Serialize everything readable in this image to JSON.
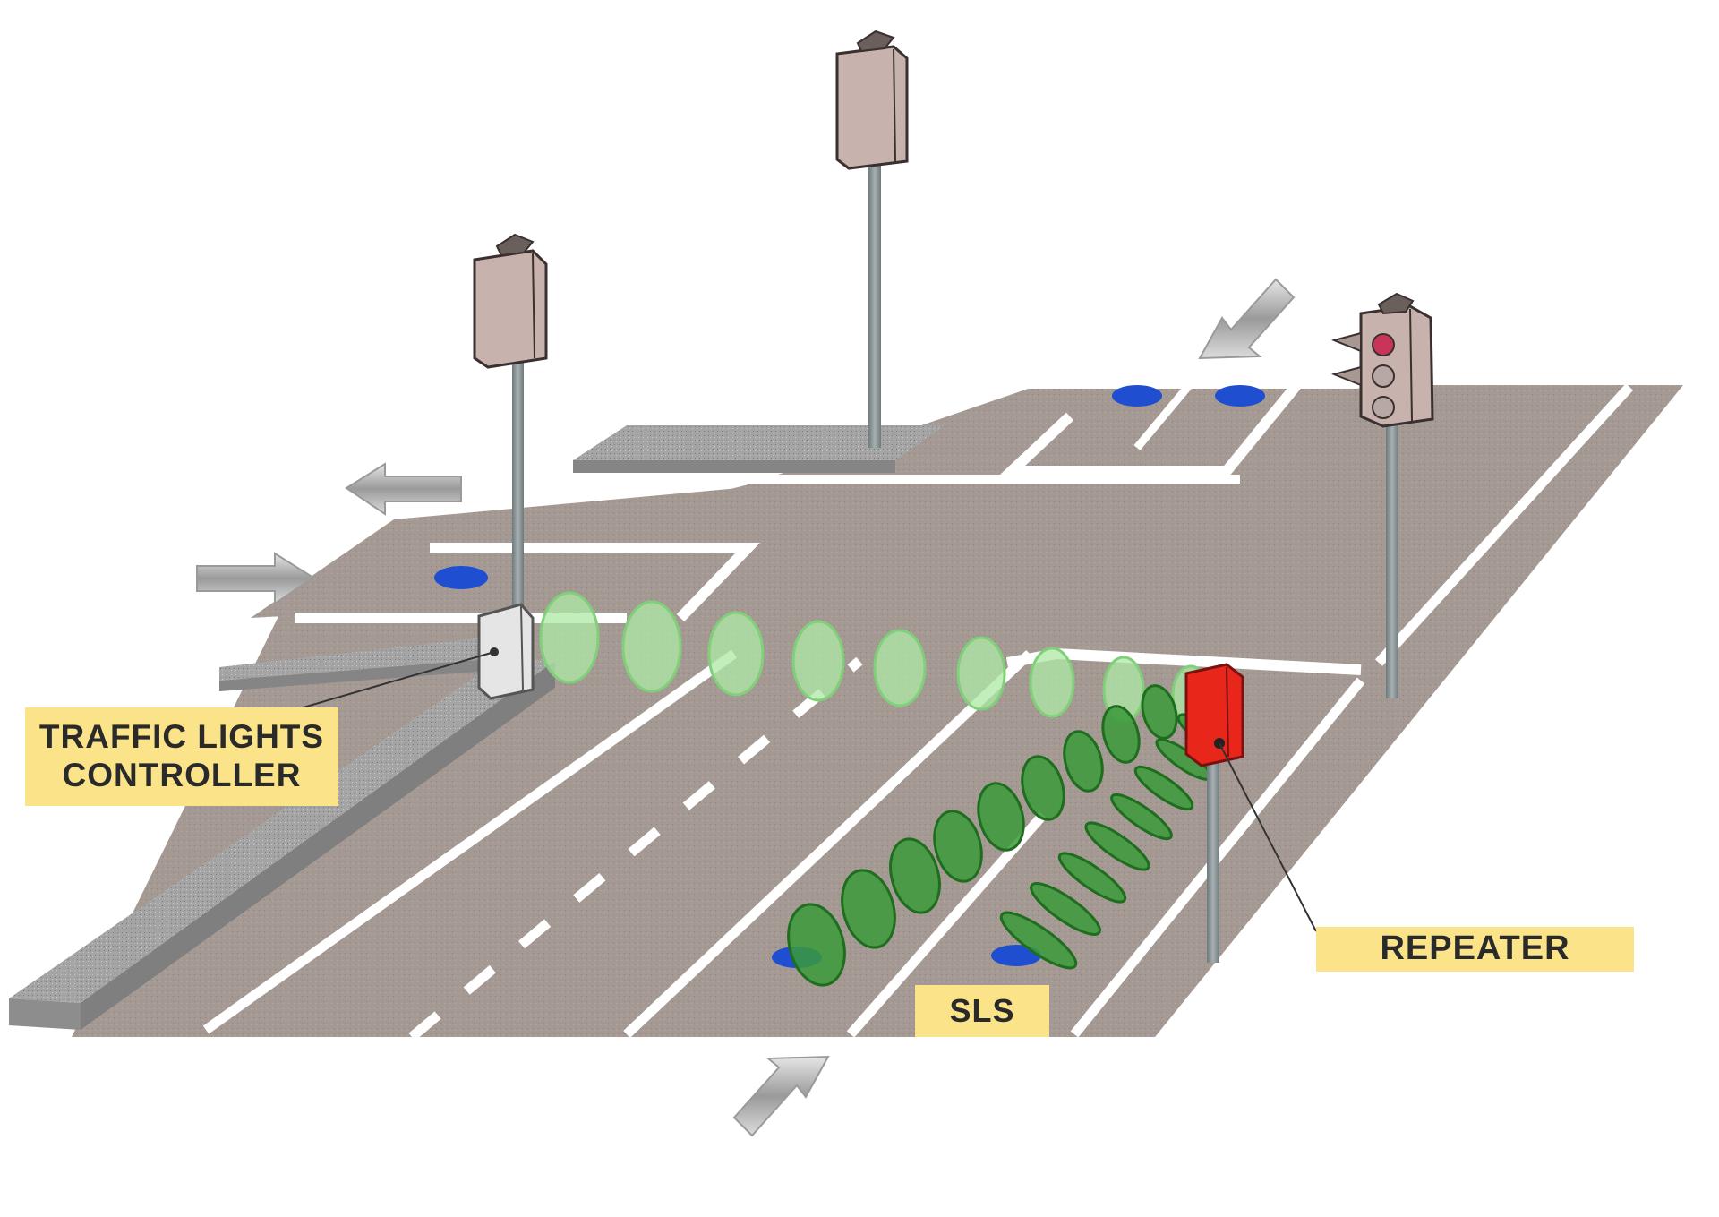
{
  "labels": {
    "controller_line1": "TRAFFIC LIGHTS",
    "controller_line2": "CONTROLLER",
    "repeater": "REPEATER",
    "sls": "SLS"
  },
  "colors": {
    "road": "#a09086",
    "marking": "#ffffff",
    "curb": "#9c9c9c",
    "pole": "#7f8a8c",
    "lamp": "#c8b2ad",
    "repeater": "#e8261a",
    "signal_light": "#91e08b",
    "sensor_light": "#3a9a3a",
    "sensor": "#1f4fd0",
    "label_bg": "#fbe38a"
  }
}
